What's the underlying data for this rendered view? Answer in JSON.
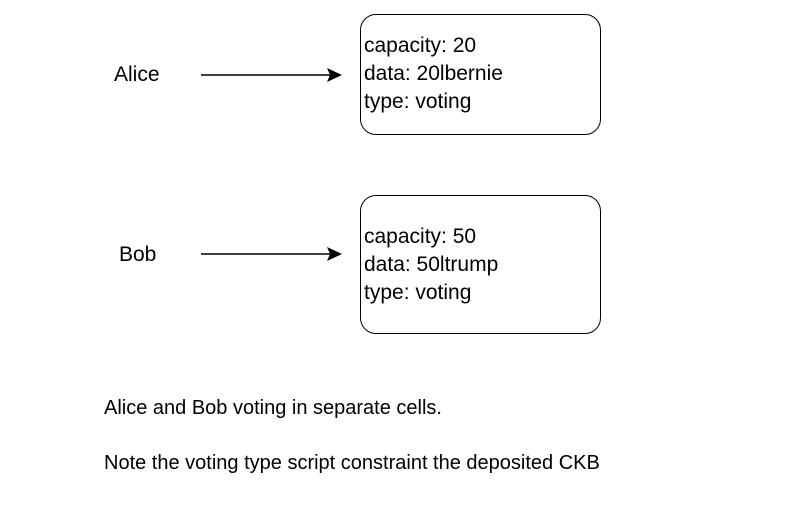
{
  "cells": [
    {
      "owner": "Alice",
      "capacity": "capacity: 20",
      "data": "data: 20lbernie",
      "type": "type: voting"
    },
    {
      "owner": "Bob",
      "capacity": "capacity: 50",
      "data": "data: 50ltrump",
      "type": "type: voting"
    }
  ],
  "captions": {
    "line1": "Alice and Bob voting in separate cells.",
    "line2": "Note the voting type script constraint the deposited CKB"
  }
}
